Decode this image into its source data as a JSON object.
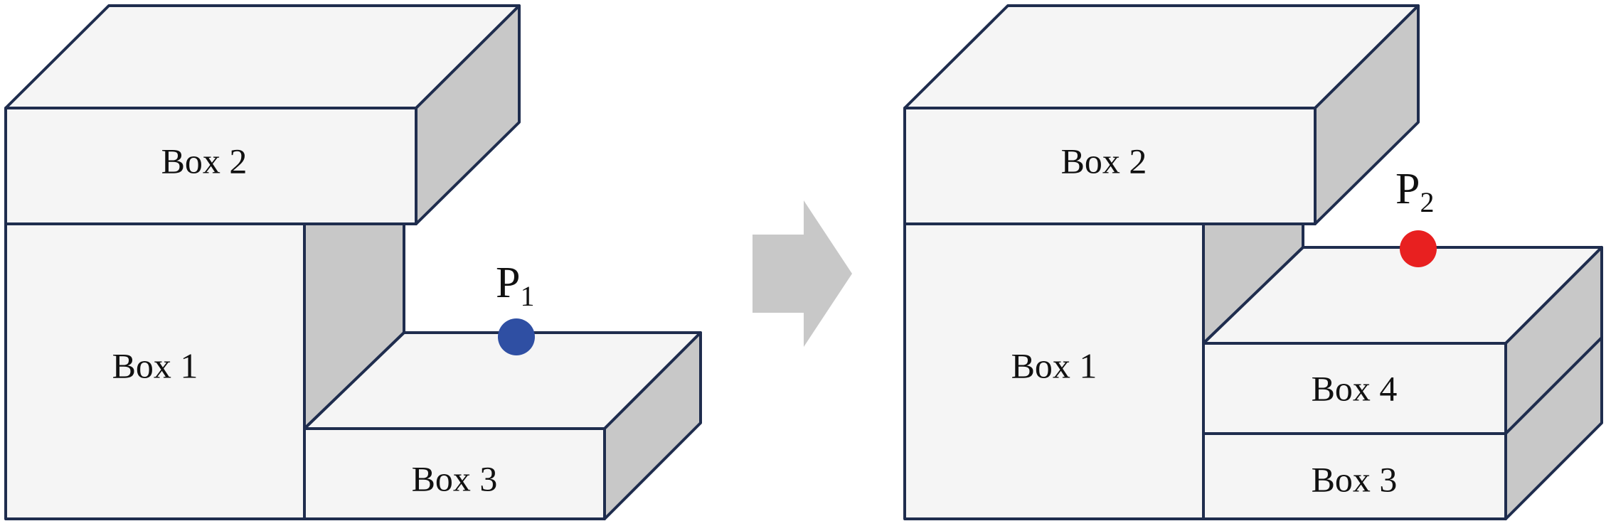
{
  "left_panel": {
    "box1_label": "Box 1",
    "box2_label": "Box 2",
    "box3_label": "Box 3",
    "point_label": "P",
    "point_subscript": "1",
    "point_color": "#2f4fa3"
  },
  "right_panel": {
    "box1_label": "Box 1",
    "box2_label": "Box 2",
    "box3_label": "Box 3",
    "box4_label": "Box 4",
    "point_label": "P",
    "point_subscript": "2",
    "point_color": "#e82020"
  },
  "arrow_color": "#c8c8c8"
}
